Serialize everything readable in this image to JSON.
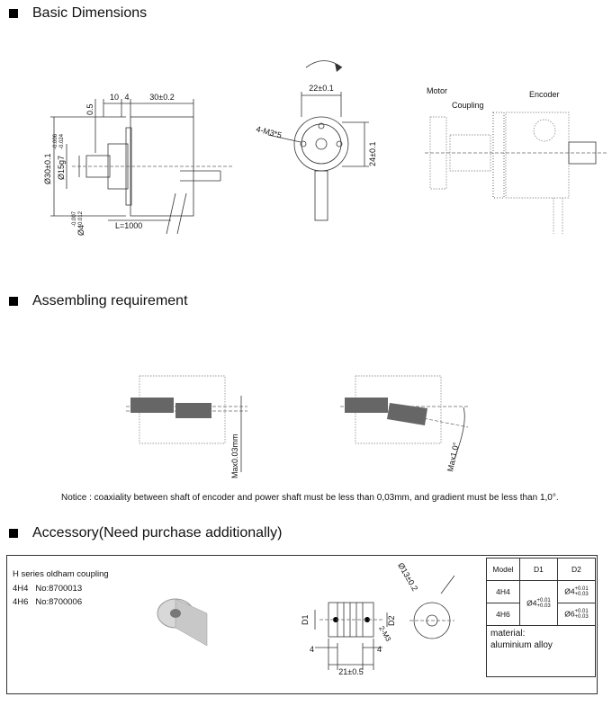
{
  "sections": {
    "basic_dimensions": "Basic Dimensions",
    "assembling_requirement": "Assembling requirement",
    "accessory": "Accessory(Need purchase additionally)"
  },
  "dimensions": {
    "d30": "Ø30±0.1",
    "d15": "Ø15g7",
    "d15_tol_upper": "-0.006",
    "d15_tol_lower": "-0.024",
    "d4": "Ø4",
    "d4_tol_upper": "-0.007",
    "d4_tol_lower": "-0.012",
    "len_10": "10",
    "len_4": "4",
    "len_30": "30±0.2",
    "len_05": "0.5",
    "cable": "L=1000",
    "width_22": "22±0.1",
    "height_24": "24±0.1",
    "screws": "4-M3*5"
  },
  "schematic_labels": {
    "motor": "Motor",
    "coupling": "Coupling",
    "encoder": "Encoder"
  },
  "assembling": {
    "max_offset": "Max0.03mm",
    "max_angle": "Max1.0°",
    "notice": "Notice : coaxiality between shaft of encoder and power shaft must be less than 0,03mm, and gradient must be less than 1,0°."
  },
  "accessory": {
    "product_name": "H series oldham coupling",
    "items": [
      {
        "model": "4H4",
        "number": "No:8700013"
      },
      {
        "model": "4H6",
        "number": "No:8700006"
      }
    ],
    "drawing": {
      "d13": "Ø13±0.2",
      "d1": "D1",
      "d2": "D2",
      "m3": "2-M3",
      "len_4a": "4",
      "len_4b": "4",
      "len_21": "21±0.5"
    },
    "table": {
      "header_model": "Model",
      "header_d1": "D1",
      "header_d2": "D2",
      "rows": [
        {
          "model": "4H4",
          "d2": "Ø4",
          "d2_tol_upper": "+0.01",
          "d2_tol_lower": "+0.03"
        },
        {
          "model": "4H6",
          "d2": "Ø6",
          "d2_tol_upper": "+0.01",
          "d2_tol_lower": "+0.03"
        }
      ],
      "d1_shared": "Ø4",
      "d1_tol_upper": "+0.01",
      "d1_tol_lower": "+0.03",
      "material_label": "material:",
      "material_value": "aluminium alloy"
    }
  }
}
